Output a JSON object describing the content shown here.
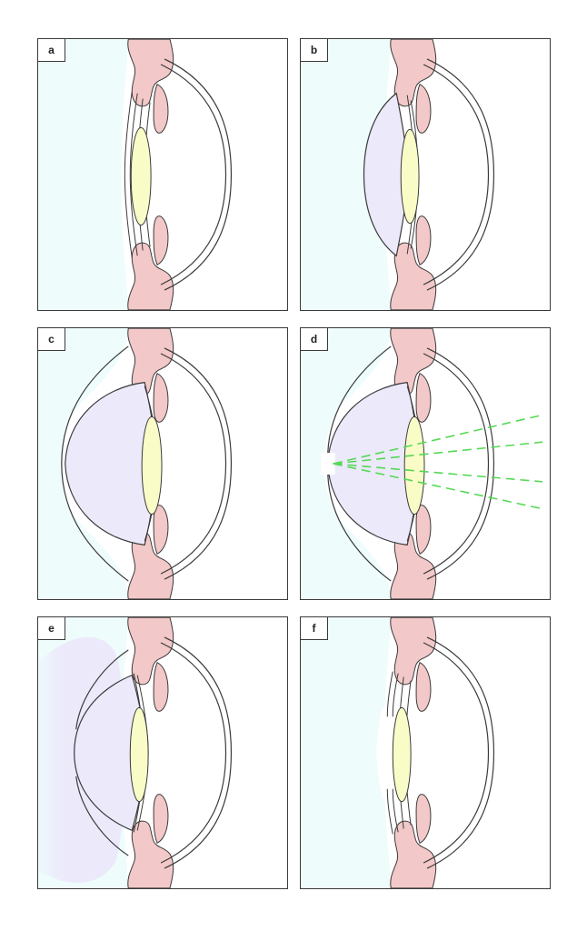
{
  "panels": [
    {
      "label": "a"
    },
    {
      "label": "b"
    },
    {
      "label": "c"
    },
    {
      "label": "d"
    },
    {
      "label": "e"
    },
    {
      "label": "f"
    }
  ],
  "colors": {
    "aqueous": "#eefcfc",
    "tissue": "#f3c8c8",
    "lens": "#fafcc8",
    "bubble": "#ece9fb",
    "laser": "#55d855",
    "outline": "#3a3a3a"
  }
}
